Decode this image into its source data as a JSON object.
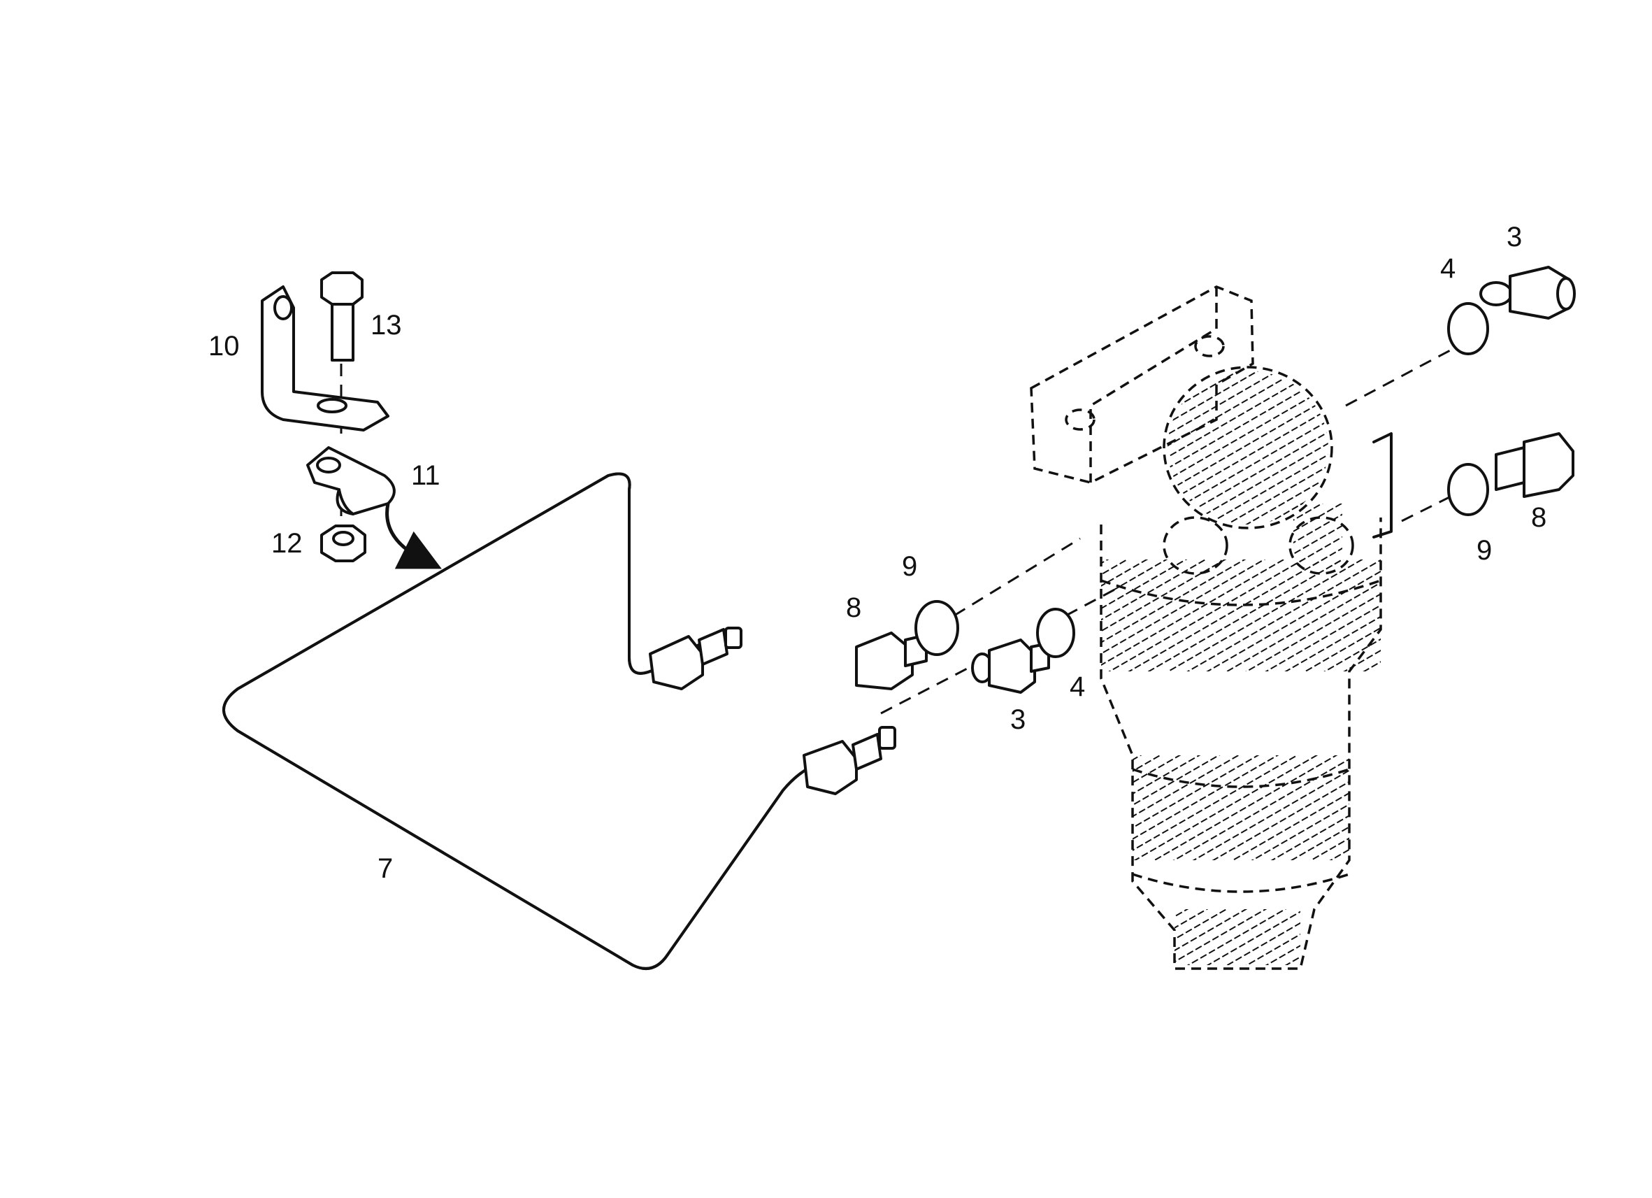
{
  "callouts": {
    "c3_top": "3",
    "c4_top": "4",
    "c8_right": "8",
    "c9_right": "9",
    "c10": "10",
    "c13": "13",
    "c11": "11",
    "c12": "12",
    "c9_mid": "9",
    "c8_mid": "8",
    "c4_mid": "4",
    "c3_mid": "3",
    "c7": "7"
  }
}
